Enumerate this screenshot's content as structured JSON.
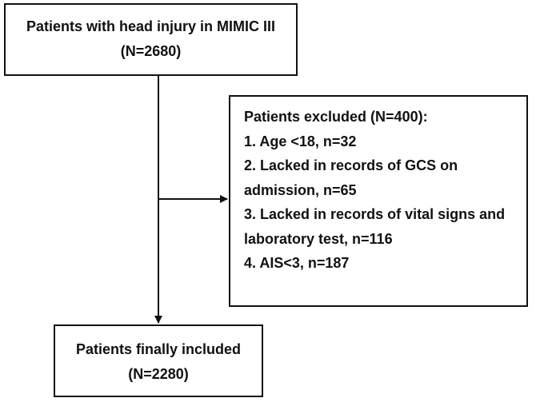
{
  "top_box": {
    "line1": "Patients with head injury in MIMIC III",
    "line2": "(N=2680)"
  },
  "excluded_box": {
    "lines": [
      "Patients excluded (N=400):",
      "1. Age <18, n=32",
      "2. Lacked in records of GCS on",
      "admission, n=65",
      "3. Lacked in records of vital signs and",
      "laboratory test, n=116",
      "4. AIS<3, n=187"
    ]
  },
  "bottom_box": {
    "line1": "Patients finally included",
    "line2": "(N=2280)"
  }
}
